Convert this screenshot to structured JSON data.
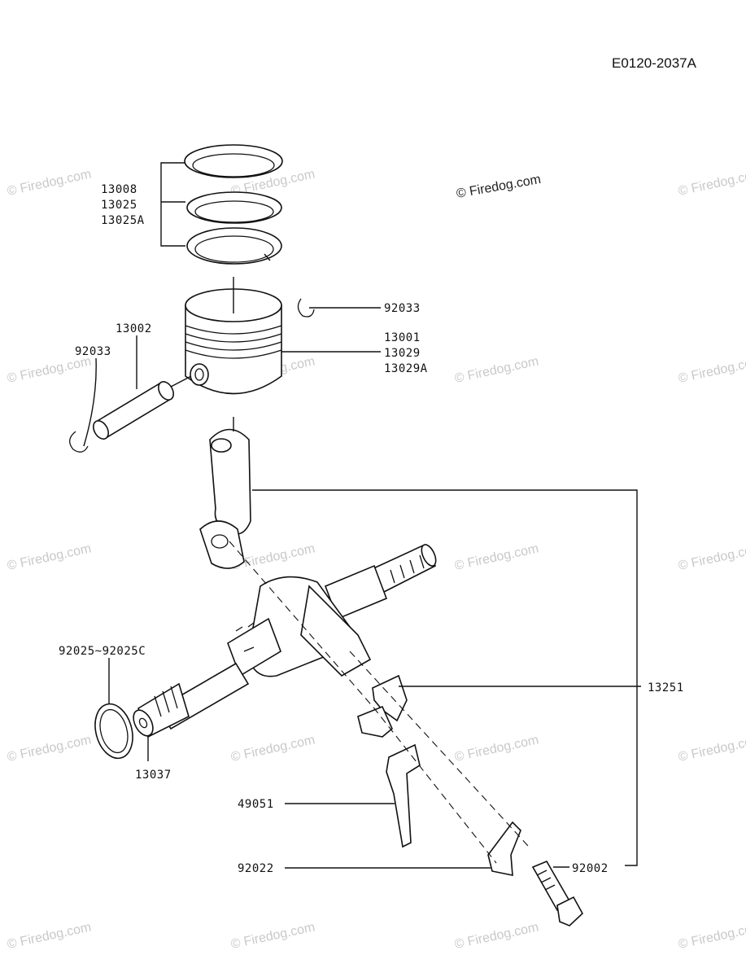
{
  "drawing_number": "E0120-2037A",
  "copyright_main": "© Firedog.com",
  "watermark_text": "© Firedog.com",
  "parts": {
    "ring_set": [
      "13008",
      "13025",
      "13025A"
    ],
    "clip_right": "92033",
    "piston": [
      "13001",
      "13029",
      "13029A"
    ],
    "piston_pin": "13002",
    "clip_left": "92033",
    "shim": "92025~92025C",
    "crankshaft": "13037",
    "con_rod": "13251",
    "oil_dipper": "49051",
    "lock_plate": "92022",
    "bolt": "92002"
  }
}
